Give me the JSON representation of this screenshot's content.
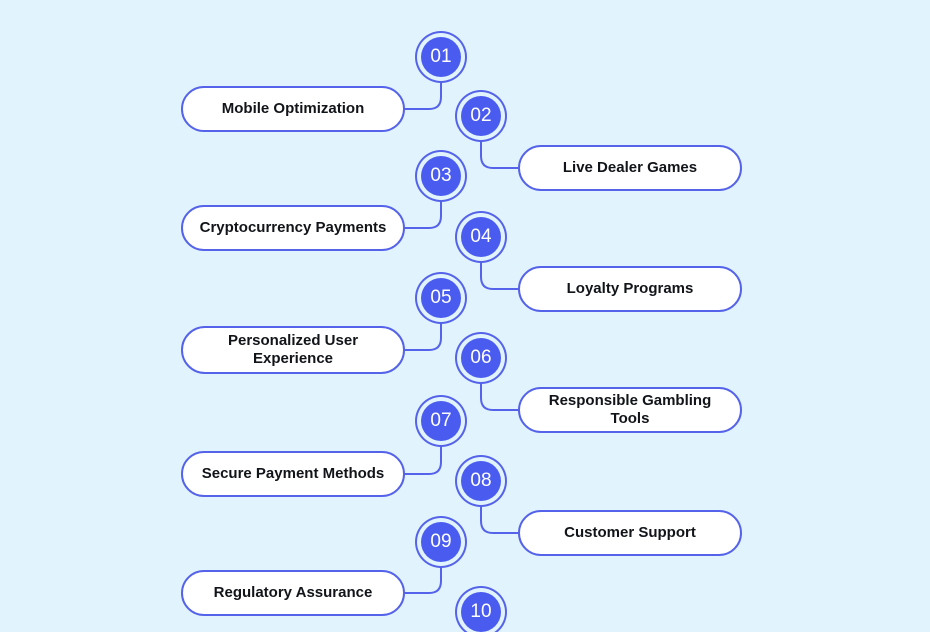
{
  "steps": [
    {
      "number": "01",
      "label": "Mobile Optimization"
    },
    {
      "number": "02",
      "label": "Live Dealer Games"
    },
    {
      "number": "03",
      "label": "Cryptocurrency Payments"
    },
    {
      "number": "04",
      "label": "Loyalty Programs"
    },
    {
      "number": "05",
      "label": "Personalized User Experience"
    },
    {
      "number": "06",
      "label": "Responsible Gambling Tools"
    },
    {
      "number": "07",
      "label": "Secure Payment Methods"
    },
    {
      "number": "08",
      "label": "Customer Support"
    },
    {
      "number": "09",
      "label": "Regulatory Assurance"
    },
    {
      "number": "10",
      "label": ""
    }
  ],
  "colors": {
    "background": "#e1f3fc",
    "badge_fill": "#4a5cf0",
    "accent_line": "#5563ea",
    "pill_fill": "#ffffff",
    "text": "#111418"
  }
}
